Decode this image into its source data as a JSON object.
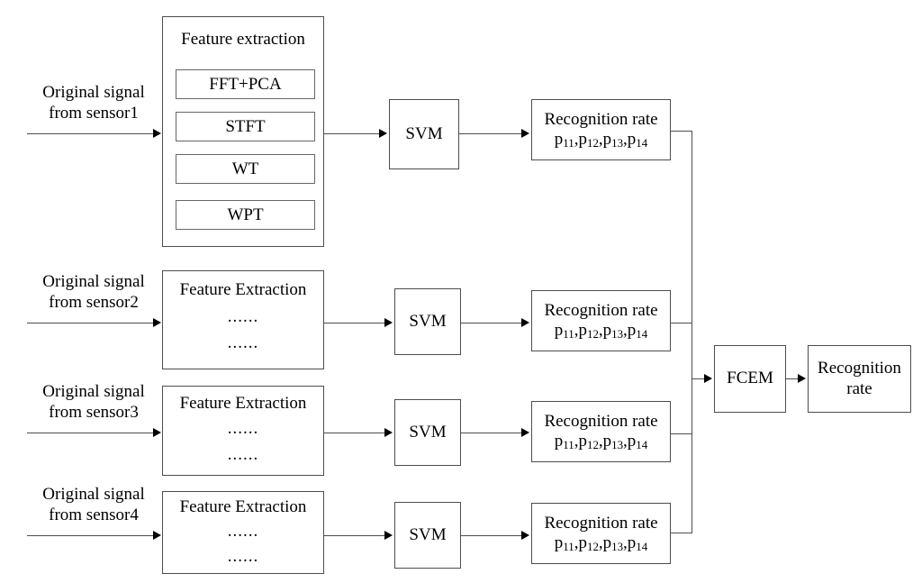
{
  "diagram": {
    "title": "Multi-sensor feature extraction, SVM recognition and FCEM fusion flow",
    "line_color": "#4d4d4d",
    "text_color": "#000000",
    "background": "#ffffff"
  },
  "rows": [
    {
      "id": "sensor1",
      "input_label": "Original signal\nfrom sensor1",
      "feature_box_title": "Feature extraction",
      "methods": [
        "FFT+PCA",
        "STFT",
        "WT",
        "WPT"
      ],
      "classifier_label": "SVM",
      "result_title": "Recognition rate",
      "result_values": [
        "p11",
        "p12",
        "p13",
        "p14"
      ],
      "result_line": "p11,p12,p13,p14"
    },
    {
      "id": "sensor2",
      "input_label": "Original signal\nfrom sensor2",
      "feature_box_title": "Feature Extraction",
      "ellipsis_1": "......",
      "ellipsis_2": "......",
      "classifier_label": "SVM",
      "result_title": "Recognition rate",
      "result_values": [
        "p11",
        "p12",
        "p13",
        "p14"
      ],
      "result_line": "p11,p12,p13,p14"
    },
    {
      "id": "sensor3",
      "input_label": "Original signal\nfrom sensor3",
      "feature_box_title": "Feature Extraction",
      "ellipsis_1": "......",
      "ellipsis_2": "......",
      "classifier_label": "SVM",
      "result_title": "Recognition rate",
      "result_values": [
        "p11",
        "p12",
        "p13",
        "p14"
      ],
      "result_line": "p11,p12,p13,p14"
    },
    {
      "id": "sensor4",
      "input_label": "Original signal\nfrom sensor4",
      "feature_box_title": "Feature Extraction",
      "ellipsis_1": "......",
      "ellipsis_2": "......",
      "classifier_label": "SVM",
      "result_title": "Recognition rate",
      "result_values": [
        "p11",
        "p12",
        "p13",
        "p14"
      ],
      "result_line": "p11,p12,p13,p14"
    }
  ],
  "fusion": {
    "fcem_label": "FCEM",
    "output_label": "Recognition\nrate"
  },
  "subscripts": {
    "p_symbol": "p",
    "sub_11": "11",
    "sub_12": "12",
    "sub_13": "13",
    "sub_14": "14",
    "comma": ","
  }
}
